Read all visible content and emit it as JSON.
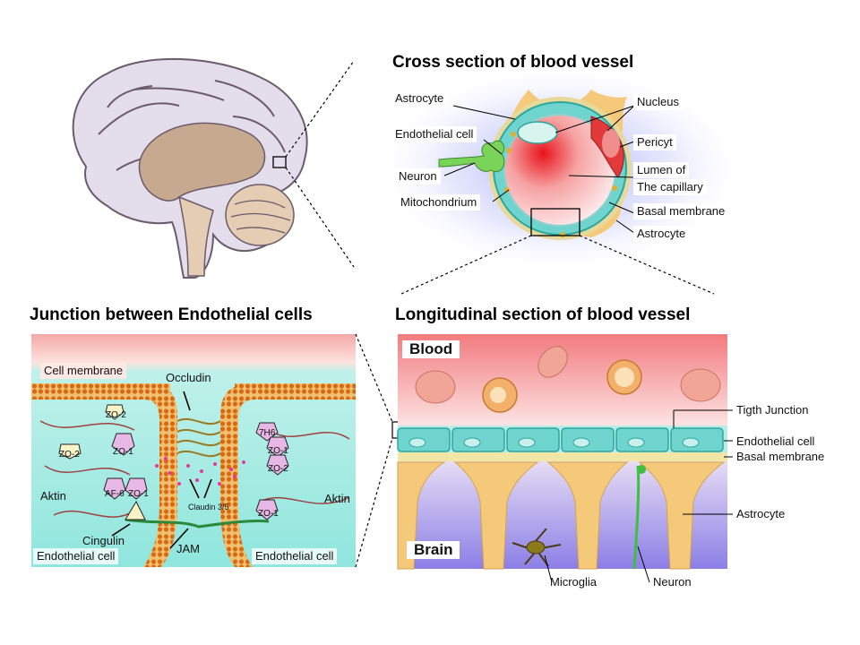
{
  "titles": {
    "cross": "Cross section of blood vessel",
    "junction": "Junction between Endothelial cells",
    "longitudinal": "Longitudinal section of blood vessel"
  },
  "cross_labels": {
    "astrocyte_top": "Astrocyte",
    "endothelial_cell": "Endothelial cell",
    "neuron": "Neuron",
    "mitochondrium": "Mitochondrium",
    "nucleus": "Nucleus",
    "pericyt": "Pericyt",
    "lumen_line1": "Lumen of",
    "lumen_line2": "The capillary",
    "basal_membrane": "Basal membrane",
    "astrocyte_bottom": "Astrocyte"
  },
  "junction_labels": {
    "cell_membrane": "Cell membrane",
    "occludin": "Occludin",
    "zo2_a": "ZO-2",
    "zo2_b": "ZO-2",
    "zo1_a": "ZO-1",
    "af6": "AF-6",
    "zo1_b": "ZO-1",
    "h7h6": "7H6",
    "zo1_c": "ZO-1",
    "zo2_c": "ZO-2",
    "zo1_d": "ZO-1",
    "claudin": "Claudin 3/5",
    "aktin_left": "Aktin",
    "aktin_right": "Aktin",
    "cingulin": "Cingulin",
    "jam": "JAM",
    "endo_left": "Endothelial cell",
    "endo_right": "Endothelial cell"
  },
  "long_labels": {
    "blood": "Blood",
    "brain": "Brain",
    "tight_junction": "Tigth Junction",
    "endothelial_cell": "Endothelial cell",
    "basal_membrane": "Basal membrane",
    "astrocyte": "Astrocyte",
    "microglia": "Microglia",
    "neuron": "Neuron"
  },
  "colors": {
    "astrocyte": "#f5c97a",
    "endothelium": "#7fd8d0",
    "pericyte": "#e23a3a",
    "neuron": "#7cd35a",
    "brain_tissue": "#d8c8ee",
    "blood_red": "#f2878a",
    "membrane_orange": "#e08a1e"
  }
}
